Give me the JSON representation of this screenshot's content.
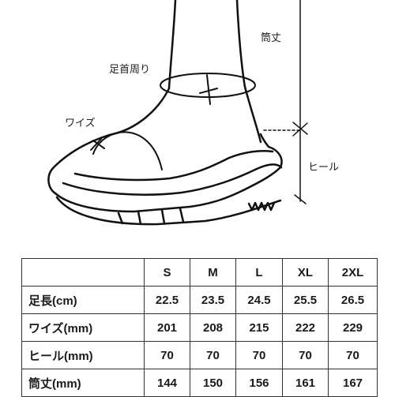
{
  "labels": {
    "shaft": "筒丈",
    "ankle": "足首周り",
    "width": "ワイズ",
    "heel": "ヒール"
  },
  "table": {
    "columns": [
      "",
      "S",
      "M",
      "L",
      "XL",
      "2XL"
    ],
    "rows": [
      {
        "label": "足長(cm)",
        "cells": [
          "22.5",
          "23.5",
          "24.5",
          "25.5",
          "26.5"
        ]
      },
      {
        "label": "ワイズ(mm)",
        "cells": [
          "201",
          "208",
          "215",
          "222",
          "229"
        ]
      },
      {
        "label": "ヒール(mm)",
        "cells": [
          "70",
          "70",
          "70",
          "70",
          "70"
        ]
      },
      {
        "label": "筒丈(mm)",
        "cells": [
          "144",
          "150",
          "156",
          "161",
          "167"
        ]
      }
    ]
  }
}
